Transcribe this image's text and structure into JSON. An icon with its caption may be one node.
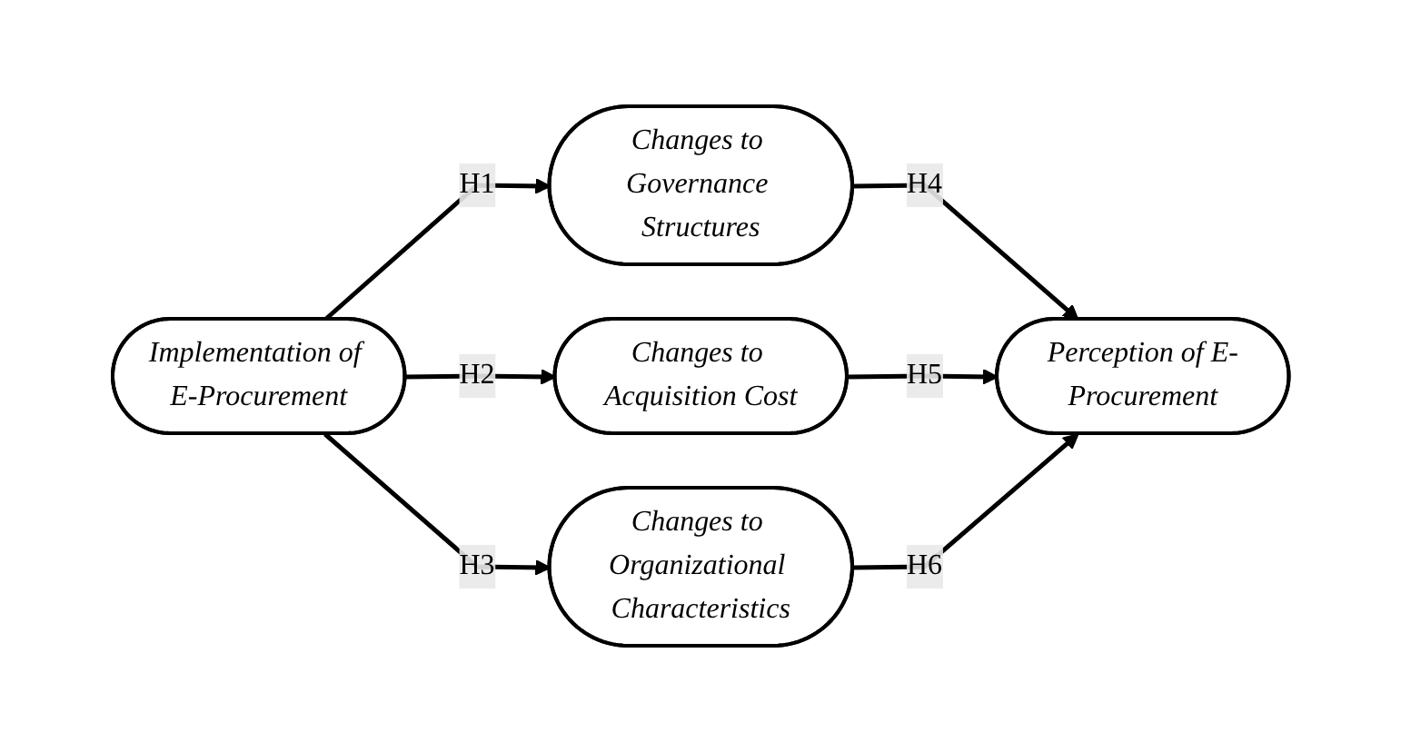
{
  "diagram": {
    "nodes": [
      {
        "text": [
          "Implementation of E-Procurement"
        ]
      },
      {
        "text": [
          "Changes to Governance Structures"
        ]
      },
      {
        "text": [
          "Changes to Acquisition Cost"
        ]
      },
      {
        "text": [
          "Changes to Organizational Characteristics"
        ]
      },
      {
        "text": [
          "Perception of E-Procurement"
        ]
      }
    ],
    "edges": [
      {
        "from": 0,
        "to": 1,
        "arrow": "to",
        "label": "H1"
      },
      {
        "from": 0,
        "to": 2,
        "arrow": "to",
        "label": "H2"
      },
      {
        "from": 0,
        "to": 3,
        "arrow": "to",
        "label": "H3"
      },
      {
        "from": 1,
        "to": 4,
        "arrow": "to",
        "label": "H4"
      },
      {
        "from": 2,
        "to": 4,
        "arrow": "to",
        "label": "H5"
      },
      {
        "from": 3,
        "to": 4,
        "arrow": "to",
        "label": "H6"
      }
    ]
  }
}
